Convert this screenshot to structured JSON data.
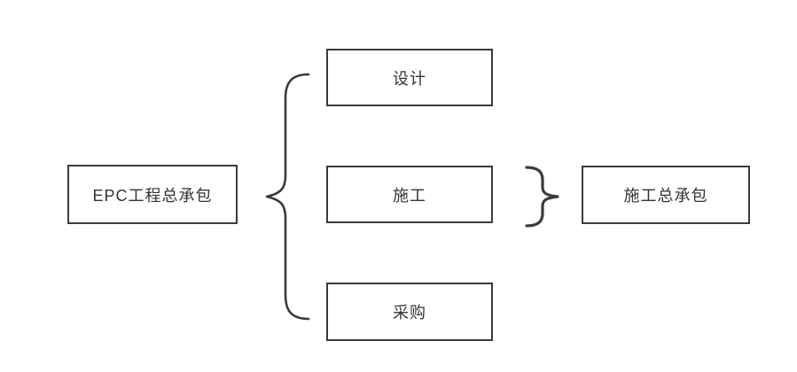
{
  "diagram": {
    "root": {
      "label": "EPC工程总承包"
    },
    "children": [
      {
        "label": "设计"
      },
      {
        "label": "施工"
      },
      {
        "label": "采购"
      }
    ],
    "right": {
      "label": "施工总承包"
    }
  },
  "colors": {
    "line": "#3b3b3b",
    "text": "#333333",
    "background": "#ffffff"
  }
}
